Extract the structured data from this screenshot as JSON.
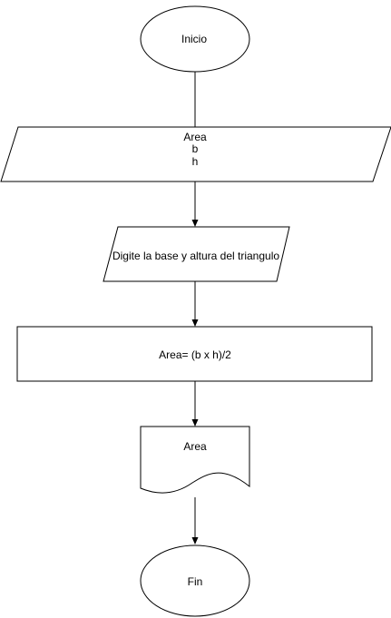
{
  "flowchart": {
    "start": {
      "label": "Inicio"
    },
    "declare": {
      "lines": [
        "Area",
        "b",
        "h"
      ]
    },
    "input": {
      "label": "Digite la base y altura del triangulo"
    },
    "process": {
      "label": "Area= (b x h)/2"
    },
    "output": {
      "label": "Area"
    },
    "end": {
      "label": "Fin"
    }
  },
  "colors": {
    "stroke": "#000000",
    "fill": "#ffffff",
    "text": "#000000"
  }
}
